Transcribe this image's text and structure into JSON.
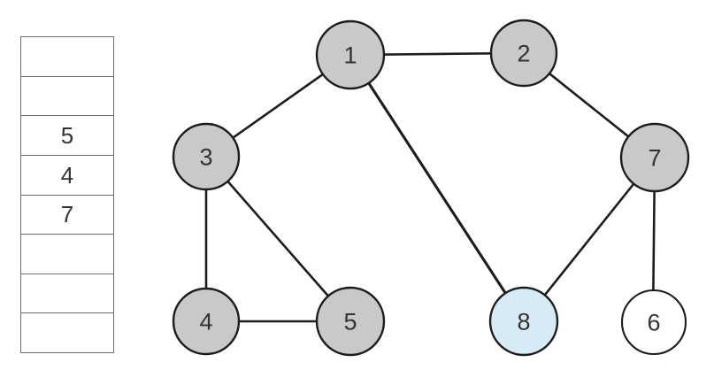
{
  "stack": {
    "cells": [
      "",
      "",
      "5",
      "4",
      "7",
      "",
      "",
      ""
    ]
  },
  "graph": {
    "nodes": [
      {
        "id": "1",
        "label": "1",
        "fill": "#c9c9c9"
      },
      {
        "id": "2",
        "label": "2",
        "fill": "#c9c9c9"
      },
      {
        "id": "3",
        "label": "3",
        "fill": "#c9c9c9"
      },
      {
        "id": "4",
        "label": "4",
        "fill": "#c9c9c9"
      },
      {
        "id": "5",
        "label": "5",
        "fill": "#c9c9c9"
      },
      {
        "id": "6",
        "label": "6",
        "fill": "#ffffff"
      },
      {
        "id": "7",
        "label": "7",
        "fill": "#c9c9c9"
      },
      {
        "id": "8",
        "label": "8",
        "fill": "#d6ebf5"
      }
    ],
    "edges": [
      [
        "1",
        "2"
      ],
      [
        "1",
        "3"
      ],
      [
        "1",
        "8"
      ],
      [
        "2",
        "7"
      ],
      [
        "3",
        "4"
      ],
      [
        "3",
        "5"
      ],
      [
        "4",
        "5"
      ],
      [
        "7",
        "6"
      ],
      [
        "7",
        "8"
      ]
    ]
  },
  "colors": {
    "node_gray": "#c9c9c9",
    "node_highlight": "#d6ebf5",
    "node_white": "#ffffff",
    "edge_stroke": "#1c1c1c",
    "grid_line": "#6e6e6e",
    "text": "#333333"
  }
}
